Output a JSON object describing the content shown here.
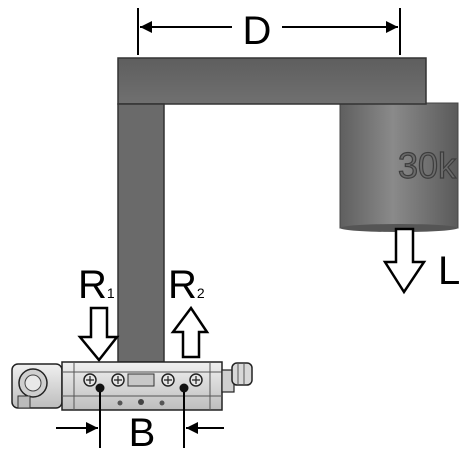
{
  "labels": {
    "distance": "D",
    "load": "L",
    "reaction_1": "R",
    "reaction_1_sub": "1",
    "reaction_2": "R",
    "reaction_2_sub": "2",
    "bearing_span": "B",
    "weight_marking": "30k"
  },
  "colors": {
    "arm": "#6e6e6e",
    "arm_edge": "#3a3a3a",
    "weight": "#7a7a7a",
    "weight_text": "#5a5a5a",
    "slide_block": "#d9d9d9",
    "arrow_fill": "#ffffff",
    "ink": "#000000"
  },
  "icons": {
    "load_arrow": "down-arrow-icon",
    "reaction_1_arrow": "down-arrow-icon",
    "reaction_2_arrow": "up-arrow-icon"
  }
}
